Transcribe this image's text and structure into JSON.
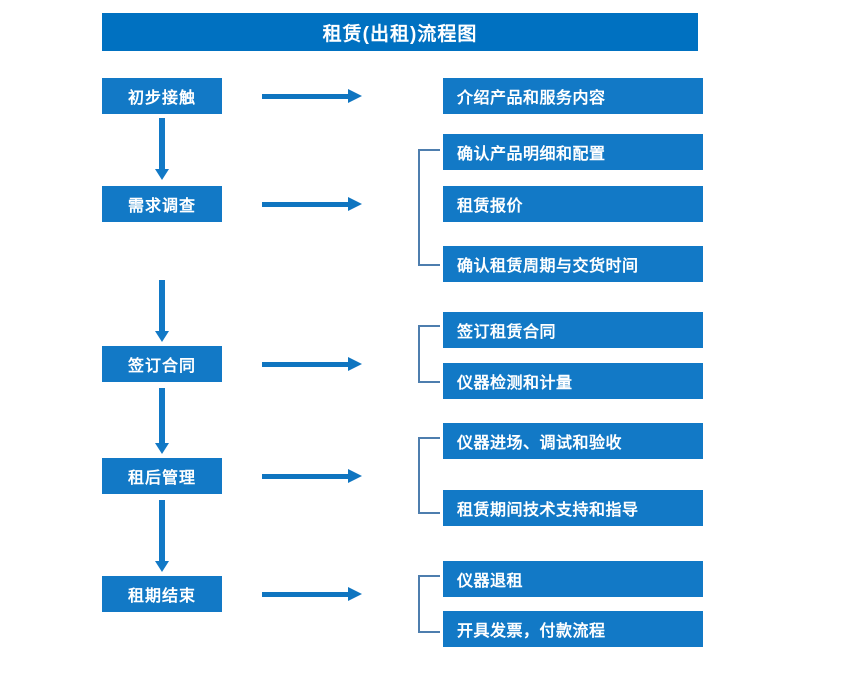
{
  "title": "租赁(出租)流程图",
  "colors": {
    "banner": "#0071C1",
    "box": "#1279C6",
    "arrow": "#0F75C0",
    "bracket": "#4E7EAE",
    "text": "#FFFFFF",
    "background": "#FFFFFF"
  },
  "stages": [
    {
      "label": "初步接触"
    },
    {
      "label": "需求调查"
    },
    {
      "label": "签订合同"
    },
    {
      "label": "租后管理"
    },
    {
      "label": "租期结束"
    }
  ],
  "details": [
    {
      "label": "介绍产品和服务内容"
    },
    {
      "label": "确认产品明细和配置"
    },
    {
      "label": "租赁报价"
    },
    {
      "label": "确认租赁周期与交货时间"
    },
    {
      "label": "签订租赁合同"
    },
    {
      "label": "仪器检测和计量"
    },
    {
      "label": "仪器进场、调试和验收"
    },
    {
      "label": "租赁期间技术支持和指导"
    },
    {
      "label": "仪器退租"
    },
    {
      "label": "开具发票，付款流程"
    }
  ],
  "groups": [
    {
      "stage": "初步接触",
      "details": [
        "介绍产品和服务内容"
      ]
    },
    {
      "stage": "需求调查",
      "details": [
        "确认产品明细和配置",
        "租赁报价",
        "确认租赁周期与交货时间"
      ]
    },
    {
      "stage": "签订合同",
      "details": [
        "签订租赁合同",
        "仪器检测和计量"
      ]
    },
    {
      "stage": "租后管理",
      "details": [
        "仪器进场、调试和验收",
        "租赁期间技术支持和指导"
      ]
    },
    {
      "stage": "租期结束",
      "details": [
        "仪器退租",
        "开具发票，付款流程"
      ]
    }
  ]
}
